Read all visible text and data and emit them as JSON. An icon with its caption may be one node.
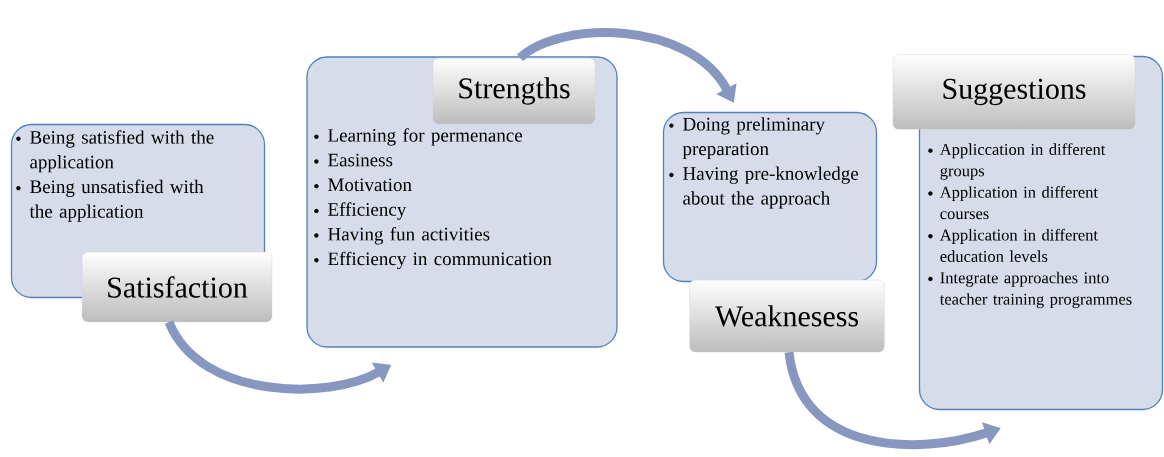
{
  "diagram": {
    "nodes": [
      {
        "text": [
          "Being satisfied with the application",
          "Being unsatisfied with the application",
          "Satisfaction"
        ]
      },
      {
        "text": [
          "Strengths",
          "Learning for permenance",
          "Easiness",
          "Motivation",
          "Efficiency",
          "Having fun activities",
          "Efficiency in communication"
        ]
      },
      {
        "text": [
          "Doing preliminary preparation",
          "Having pre-knowledge about the approach",
          "Weaknesess"
        ]
      },
      {
        "text": [
          "Suggestions",
          "Appliccation in different groups",
          "Application in different courses",
          "Application in different education levels",
          "Integrate approaches into teacher training programmes"
        ]
      }
    ],
    "edges": [
      {
        "from": 0,
        "to": 1,
        "arrow": "to"
      },
      {
        "from": 1,
        "to": 2,
        "arrow": "to"
      },
      {
        "from": 2,
        "to": 3,
        "arrow": "to"
      }
    ]
  }
}
